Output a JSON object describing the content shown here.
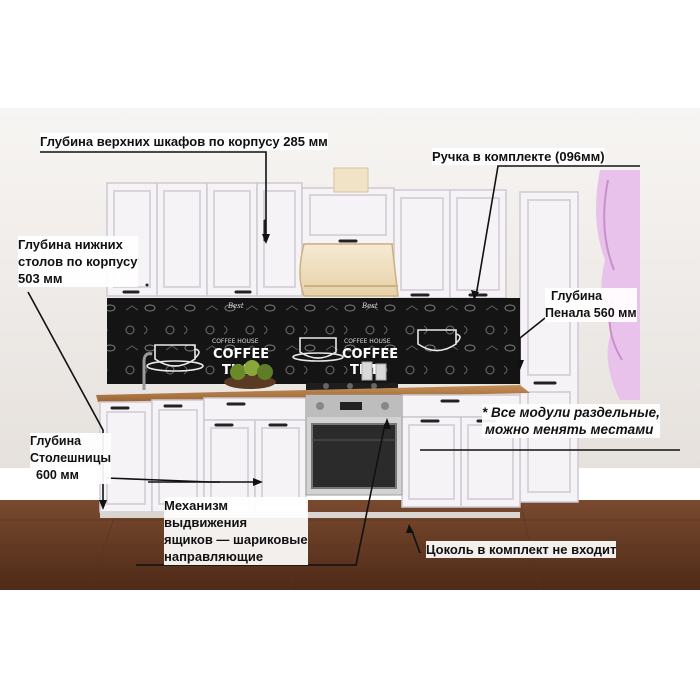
{
  "annotations": {
    "upper_cabinets_depth": "Глубина верхних шкафов по корпусу 285 мм",
    "handle": "Ручка в комплекте (096мм)",
    "lower_cabinets_depth": [
      "Глубина нижних",
      "столов по корпусу",
      "503 мм"
    ],
    "tall_cabinet_depth": [
      "Глубина",
      "Пенала 560 мм"
    ],
    "modules_note": [
      "* Все модули раздельные,",
      "можно менять местами"
    ],
    "countertop_depth": [
      "Глубина",
      "Столешницы",
      "600 мм"
    ],
    "drawer_mechanism": [
      "Механизм",
      "выдвижения",
      "ящиков — шариковые",
      "направляющие"
    ],
    "plinth": "Цоколь в комплект не входит"
  },
  "backsplash_text": [
    "COFFEE",
    "TIME",
    "COFFEE HOUSE",
    "Best"
  ],
  "colors": {
    "cabinet": "#f6f3f7",
    "cabinet_frame": "#d9d4dc",
    "backsplash": "#141414",
    "countertop": "#b07a45",
    "floor": "#6b3d26",
    "wall": "#ede9e6",
    "hood": "#f1e3c6",
    "curtain": "#e4b8e6"
  }
}
